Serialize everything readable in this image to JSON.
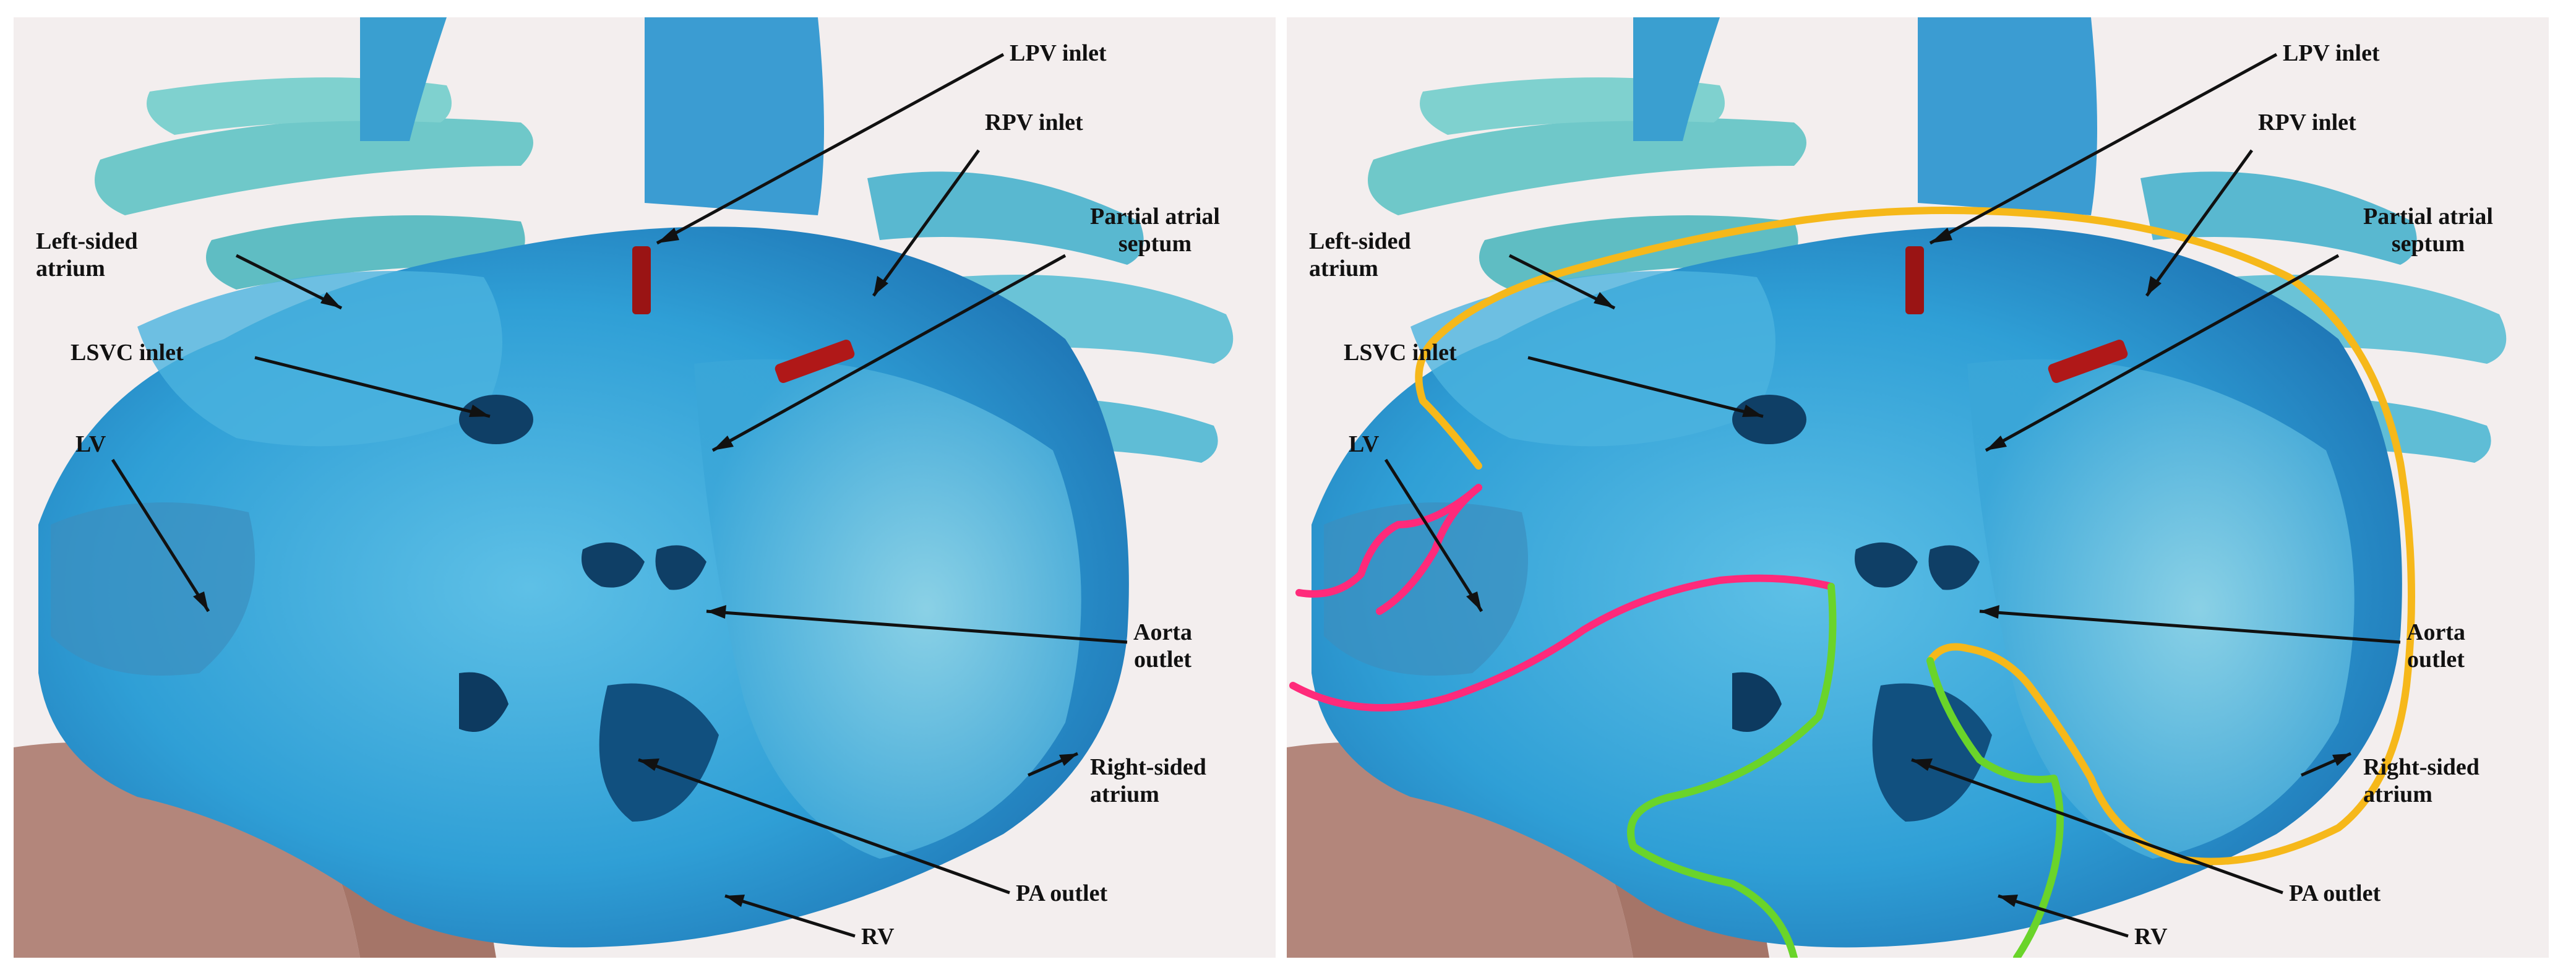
{
  "labels": {
    "lpv_inlet": "LPV inlet",
    "rpv_inlet": "RPV inlet",
    "partial_atrial_septum_1": "Partial atrial",
    "partial_atrial_septum_2": "septum",
    "left_sided_atrium_1": "Left-sided",
    "left_sided_atrium_2": "atrium",
    "lsvc_inlet": "LSVC inlet",
    "lv": "LV",
    "aorta_outlet_1": "Aorta",
    "aorta_outlet_2": "outlet",
    "right_sided_atrium_1": "Right-sided",
    "right_sided_atrium_2": "atrium",
    "pa_outlet": "PA outlet",
    "rv": "RV"
  },
  "colors": {
    "model_blue": "#2f9fd6",
    "model_dark": "#1c6fb0",
    "vessel_teal": "#6fc8c9",
    "outline_yellow": "#f6b81a",
    "outline_pink": "#ff2a7a",
    "outline_green": "#6ad42a",
    "marker_red": "#9a1414",
    "hand": "#b3867b"
  },
  "panels": [
    "original-photo",
    "annotated-photo"
  ]
}
